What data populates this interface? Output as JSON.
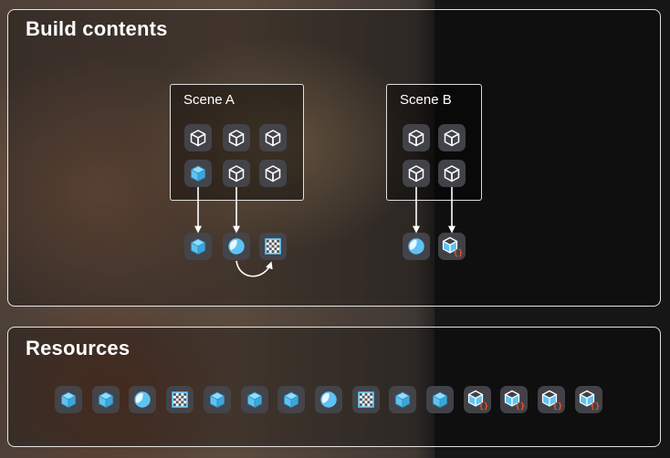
{
  "build_contents": {
    "title": "Build contents",
    "scene_a": {
      "label": "Scene A",
      "objects": [
        "outline-cube-icon",
        "outline-cube-icon",
        "outline-cube-icon",
        "blue-cube-icon",
        "outline-cube-icon",
        "outline-cube-icon"
      ],
      "dependencies": [
        "blue-cube-icon",
        "moon-sphere-icon",
        "checker-texture-icon"
      ]
    },
    "scene_b": {
      "label": "Scene B",
      "objects": [
        "outline-cube-icon",
        "outline-cube-icon",
        "outline-cube-icon",
        "outline-cube-icon"
      ],
      "dependencies": [
        "moon-sphere-icon",
        "script-cube-icon"
      ]
    }
  },
  "resources": {
    "title": "Resources",
    "items": [
      "blue-cube-icon",
      "blue-cube-icon",
      "moon-sphere-icon",
      "checker-texture-icon",
      "blue-cube-icon",
      "blue-cube-icon",
      "blue-cube-icon",
      "moon-sphere-icon",
      "checker-texture-icon",
      "blue-cube-icon",
      "blue-cube-icon",
      "script-cube-icon",
      "script-cube-icon",
      "script-cube-icon",
      "script-cube-icon"
    ]
  },
  "colors": {
    "accent_blue": "#5ec3f2",
    "script_orange": "#e8542a",
    "tile": "#44464c",
    "outline": "#ffffff"
  }
}
